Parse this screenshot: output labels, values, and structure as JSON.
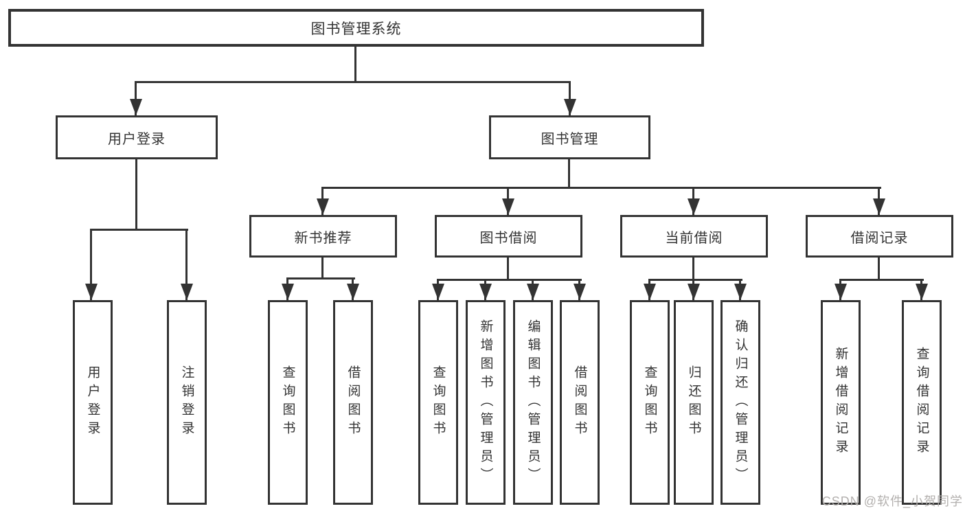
{
  "colors": {
    "line": "#333333",
    "box_background": "#ffffff",
    "text": "#333333",
    "watermark": "#b3b0ae"
  },
  "diagram": {
    "root": {
      "label": "图书管理系统"
    },
    "user_login": {
      "label": "用户登录",
      "children": [
        {
          "label": "用户登录"
        },
        {
          "label": "注销登录"
        }
      ]
    },
    "book_mgmt": {
      "label": "图书管理",
      "groups": [
        {
          "label": "新书推荐",
          "children": [
            {
              "label": "查询图书"
            },
            {
              "label": "借阅图书"
            }
          ]
        },
        {
          "label": "图书借阅",
          "children": [
            {
              "label": "查询图书"
            },
            {
              "label": "新增图书（管理员）"
            },
            {
              "label": "编辑图书（管理员）"
            },
            {
              "label": "借阅图书"
            }
          ]
        },
        {
          "label": "当前借阅",
          "children": [
            {
              "label": "查询图书"
            },
            {
              "label": "归还图书"
            },
            {
              "label": "确认归还（管理员）"
            }
          ]
        },
        {
          "label": "借阅记录",
          "children": [
            {
              "label": "新增借阅记录"
            },
            {
              "label": "查询借阅记录"
            }
          ]
        }
      ]
    }
  },
  "watermark": {
    "text": "CSDN @软件_小贺同学"
  }
}
